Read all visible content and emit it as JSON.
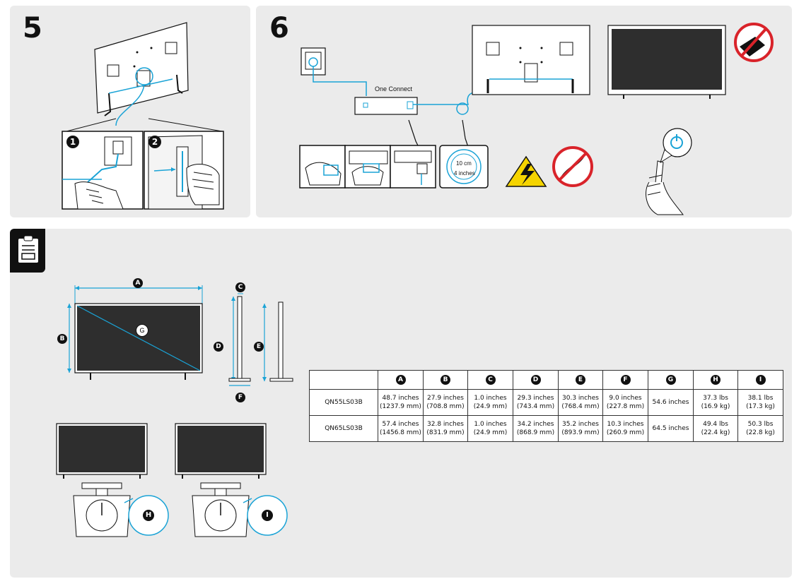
{
  "steps": {
    "step5": "5",
    "step6": "6",
    "sub1": "1",
    "sub2": "2"
  },
  "one_connect_label": "One Connect",
  "cable_slack": {
    "cm": "10 cm",
    "inches": "4 inches"
  },
  "dimension_letters": {
    "A": "A",
    "B": "B",
    "C": "C",
    "D": "D",
    "E": "E",
    "F": "F",
    "G": "G",
    "H": "H",
    "I": "I"
  },
  "spec_table": {
    "headers": [
      "A",
      "B",
      "C",
      "D",
      "E",
      "F",
      "G",
      "H",
      "I"
    ],
    "rows": [
      {
        "model": "QN55LS03B",
        "cells": [
          [
            "48.7 inches",
            "(1237.9 mm)"
          ],
          [
            "27.9 inches",
            "(708.8 mm)"
          ],
          [
            "1.0 inches",
            "(24.9 mm)"
          ],
          [
            "29.3 inches",
            "(743.4 mm)"
          ],
          [
            "30.3 inches",
            "(768.4 mm)"
          ],
          [
            "9.0 inches",
            "(227.8 mm)"
          ],
          [
            "54.6 inches",
            ""
          ],
          [
            "37.3 lbs",
            "(16.9 kg)"
          ],
          [
            "38.1 lbs",
            "(17.3 kg)"
          ]
        ]
      },
      {
        "model": "QN65LS03B",
        "cells": [
          [
            "57.4 inches",
            "(1456.8 mm)"
          ],
          [
            "32.8 inches",
            "(831.9 mm)"
          ],
          [
            "1.0 inches",
            "(24.9 mm)"
          ],
          [
            "34.2 inches",
            "(868.9 mm)"
          ],
          [
            "35.2 inches",
            "(893.9 mm)"
          ],
          [
            "10.3 inches",
            "(260.9 mm)"
          ],
          [
            "64.5 inches",
            ""
          ],
          [
            "49.4 lbs",
            "(22.4 kg)"
          ],
          [
            "50.3 lbs",
            "(22.8 kg)"
          ]
        ]
      }
    ]
  },
  "icons": {
    "spec_sheet": "clipboard-spec-icon",
    "warning": "high-voltage-warning-icon",
    "no_cable_bend": "no-cable-bending-icon",
    "no_touch_screen": "no-touching-screen-icon",
    "power": "power-button-icon"
  },
  "colors": {
    "accent": "#1aa3d6",
    "panel": "#ebebeb",
    "ink": "#111111",
    "warning": "#f5d400",
    "prohibit": "#d9232a"
  }
}
